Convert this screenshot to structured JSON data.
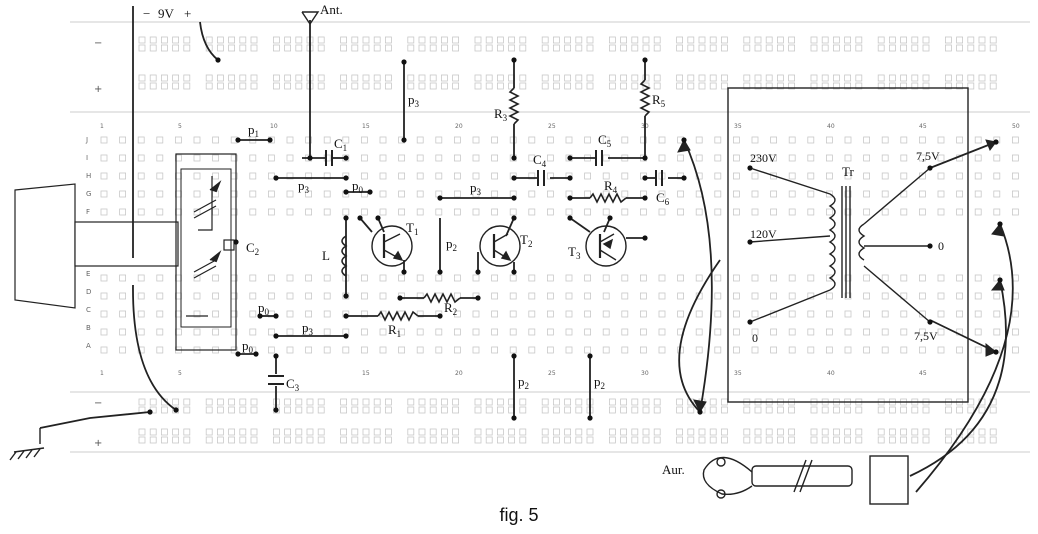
{
  "caption": "fig. 5",
  "power": {
    "voltage": "9V",
    "minus": "−",
    "plus": "+"
  },
  "antenna": "Ant.",
  "earphone": "Aur.",
  "column_numbers": [
    "1",
    "5",
    "10",
    "15",
    "20",
    "25",
    "30",
    "35",
    "40",
    "45",
    "50"
  ],
  "row_letters": [
    "J",
    "I",
    "H",
    "G",
    "F",
    "E",
    "D",
    "C",
    "B",
    "A"
  ],
  "rail_signs": {
    "top_minus": "−",
    "top_plus": "+",
    "bottom_minus": "−",
    "bottom_plus": "+"
  },
  "components": {
    "C1": {
      "letter": "C",
      "sub": "1"
    },
    "C2": {
      "letter": "C",
      "sub": "2"
    },
    "C3": {
      "letter": "C",
      "sub": "3"
    },
    "C4": {
      "letter": "C",
      "sub": "4"
    },
    "C5": {
      "letter": "C",
      "sub": "5"
    },
    "C6": {
      "letter": "C",
      "sub": "6"
    },
    "R1": {
      "letter": "R",
      "sub": "1"
    },
    "R2": {
      "letter": "R",
      "sub": "2"
    },
    "R3": {
      "letter": "R",
      "sub": "3"
    },
    "R4": {
      "letter": "R",
      "sub": "4"
    },
    "R5": {
      "letter": "R",
      "sub": "5"
    },
    "T1": {
      "letter": "T",
      "sub": "1"
    },
    "T2": {
      "letter": "T",
      "sub": "2"
    },
    "T3": {
      "letter": "T",
      "sub": "3"
    },
    "L": "L",
    "Tr": "Tr"
  },
  "bridges": {
    "p1": {
      "letter": "p",
      "sub": "1"
    },
    "p0a": {
      "letter": "p",
      "sub": "0"
    },
    "p0b": {
      "letter": "p",
      "sub": "0"
    },
    "p0c": {
      "letter": "p",
      "sub": "0"
    },
    "p2a": {
      "letter": "p",
      "sub": "2"
    },
    "p2b": {
      "letter": "p",
      "sub": "2"
    },
    "p2c": {
      "letter": "p",
      "sub": "2"
    },
    "p3a": {
      "letter": "p",
      "sub": "3"
    },
    "p3b": {
      "letter": "p",
      "sub": "3"
    },
    "p3c": {
      "letter": "p",
      "sub": "3"
    },
    "p3d": {
      "letter": "p",
      "sub": "3"
    }
  },
  "transformer": {
    "v230": "230V",
    "v120": "120V",
    "v0_primary": "0",
    "v75_top": "7,5V",
    "v0_secondary": "0",
    "v75_bottom": "7,5V"
  }
}
